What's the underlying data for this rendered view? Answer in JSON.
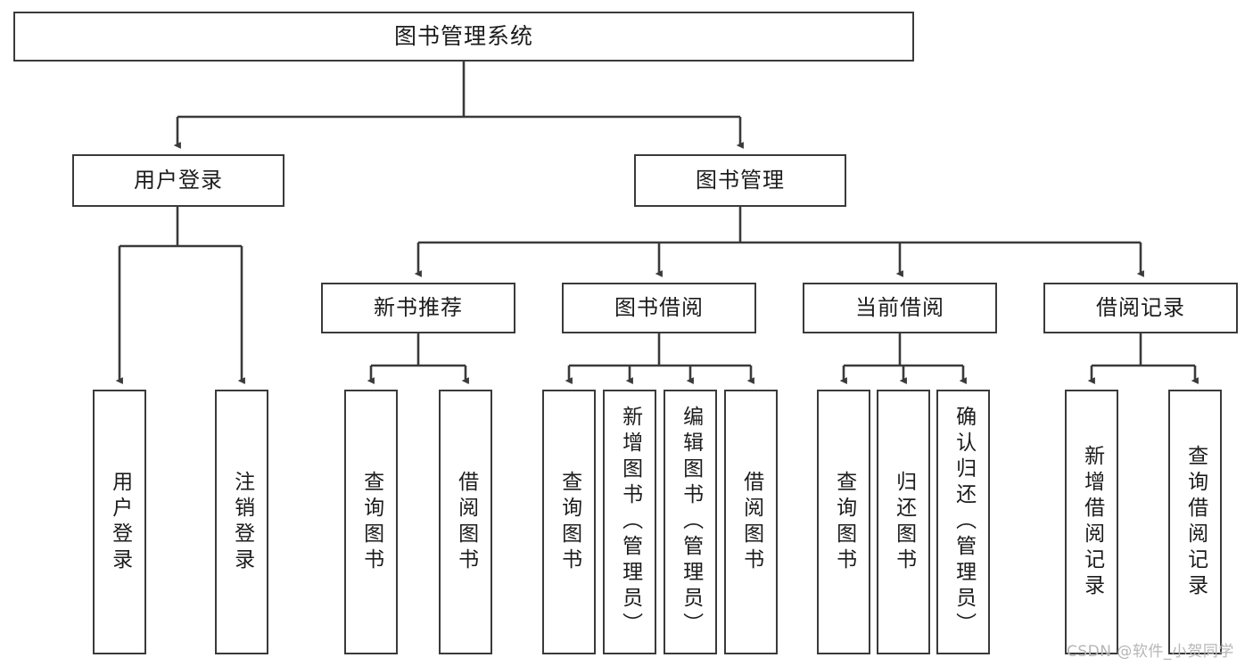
{
  "diagram": {
    "title": "图书管理系统",
    "type": "tree-hierarchy-chart",
    "colors": {
      "box_border": "#3a3a3a",
      "box_fill": "#ffffff",
      "connector": "#3a3a3a",
      "text": "#1c1c1c",
      "watermark": "#b6b6b6",
      "background": "#ffffff"
    },
    "root": {
      "label": "图书管理系统"
    },
    "level2": [
      {
        "id": "user-login",
        "label": "用户登录"
      },
      {
        "id": "book-management",
        "label": "图书管理"
      }
    ],
    "level3": [
      {
        "id": "new-book-recommend",
        "label": "新书推荐"
      },
      {
        "id": "book-borrow",
        "label": "图书借阅"
      },
      {
        "id": "current-borrow",
        "label": "当前借阅"
      },
      {
        "id": "borrow-record",
        "label": "借阅记录"
      }
    ],
    "leaves": {
      "user_login": [
        {
          "id": "leaf-user-login",
          "label": "用户登录"
        },
        {
          "id": "leaf-logout-login",
          "label": "注销登录"
        }
      ],
      "new_book_recommend": [
        {
          "id": "leaf-query-book-1",
          "label": "查询图书"
        },
        {
          "id": "leaf-borrow-book-1",
          "label": "借阅图书"
        }
      ],
      "book_borrow": [
        {
          "id": "leaf-query-book-2",
          "label": "查询图书"
        },
        {
          "id": "leaf-add-book",
          "label": "新增图书（管理员）"
        },
        {
          "id": "leaf-edit-book",
          "label": "编辑图书（管理员）"
        },
        {
          "id": "leaf-borrow-book-2",
          "label": "借阅图书"
        }
      ],
      "current_borrow": [
        {
          "id": "leaf-query-book-3",
          "label": "查询图书"
        },
        {
          "id": "leaf-return-book",
          "label": "归还图书"
        },
        {
          "id": "leaf-confirm-return",
          "label": "确认归还（管理员）"
        }
      ],
      "borrow_record": [
        {
          "id": "leaf-add-record",
          "label": "新增借阅记录"
        },
        {
          "id": "leaf-query-record",
          "label": "查询借阅记录"
        }
      ]
    },
    "watermark": "CSDN @软件_小贺同学"
  }
}
